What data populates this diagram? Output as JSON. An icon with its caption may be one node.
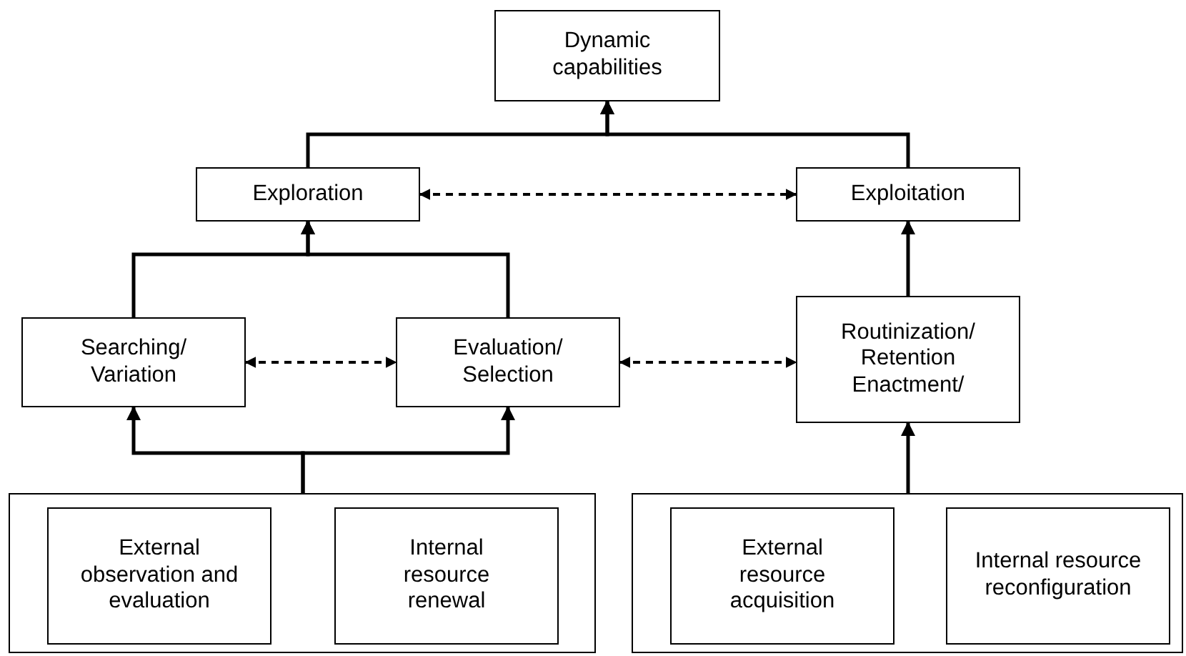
{
  "diagram": {
    "nodes": [
      {
        "text": [
          "Dynamic capabilities"
        ]
      },
      {
        "text": [
          "Exploration"
        ]
      },
      {
        "text": [
          "Exploitation"
        ]
      },
      {
        "text": [
          "Searching/ Variation"
        ]
      },
      {
        "text": [
          "Evaluation/ Selection"
        ]
      },
      {
        "text": [
          "Routinization/ Retention Enactment/"
        ]
      },
      {
        "text": [],
        "shape": "box"
      },
      {
        "text": [
          "External observation and evaluation"
        ],
        "in": 6
      },
      {
        "text": [
          "Internal resource renewal"
        ],
        "in": 6
      },
      {
        "text": [],
        "shape": "box"
      },
      {
        "text": [
          "External resource acquisition"
        ],
        "in": 9
      },
      {
        "text": [
          "Internal resource reconfiguration"
        ],
        "in": 9
      }
    ],
    "edges": [
      {
        "from": 1,
        "to": 0,
        "arrow": "to"
      },
      {
        "from": 2,
        "to": 0,
        "arrow": "to"
      },
      {
        "from": 1,
        "to": 2,
        "arrow": "both",
        "style": "dashed"
      },
      {
        "from": 3,
        "to": 1,
        "arrow": "to"
      },
      {
        "from": 4,
        "to": 1,
        "arrow": "to"
      },
      {
        "from": 3,
        "to": 4,
        "arrow": "both",
        "style": "dashed"
      },
      {
        "from": 4,
        "to": 5,
        "arrow": "both",
        "style": "dashed"
      },
      {
        "from": 5,
        "to": 2,
        "arrow": "to"
      },
      {
        "from": 6,
        "to": 3,
        "arrow": "to"
      },
      {
        "from": 6,
        "to": 4,
        "arrow": "to"
      },
      {
        "from": 9,
        "to": 5,
        "arrow": "to"
      }
    ]
  }
}
